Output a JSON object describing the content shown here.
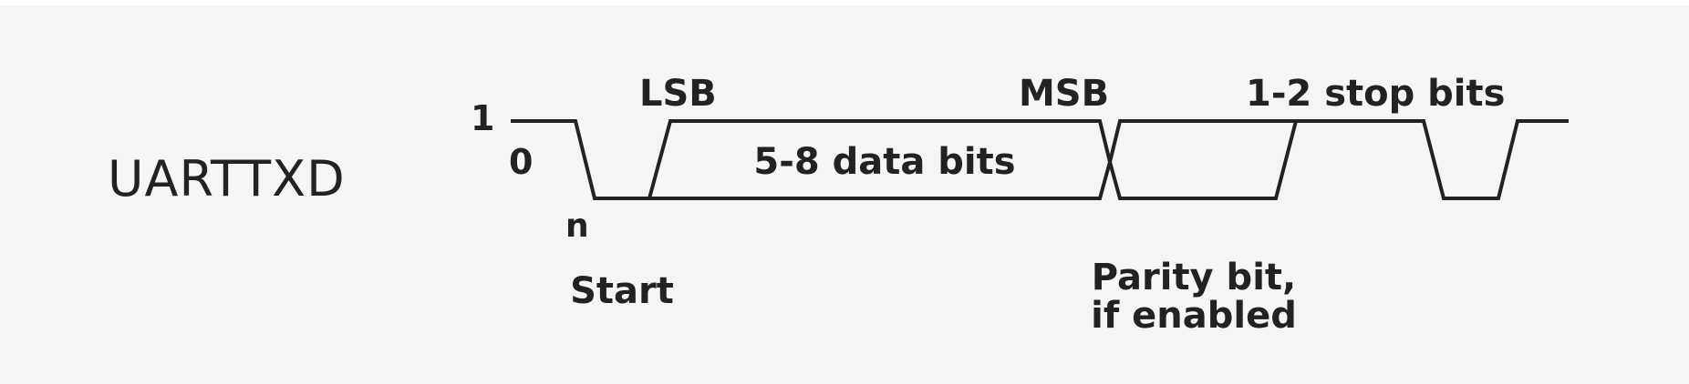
{
  "signal": {
    "name": "UARTTXD"
  },
  "levels": {
    "high": "1",
    "low": "0"
  },
  "markers": {
    "lsb": "LSB",
    "msb": "MSB",
    "n": "n"
  },
  "fields": {
    "data_bits": "5-8 data bits",
    "stop_bits": "1-2 stop bits",
    "start": "Start",
    "parity_line1": "Parity bit,",
    "parity_line2": "if enabled"
  },
  "colors": {
    "background": "#f5f5f5",
    "ink": "#222222"
  }
}
